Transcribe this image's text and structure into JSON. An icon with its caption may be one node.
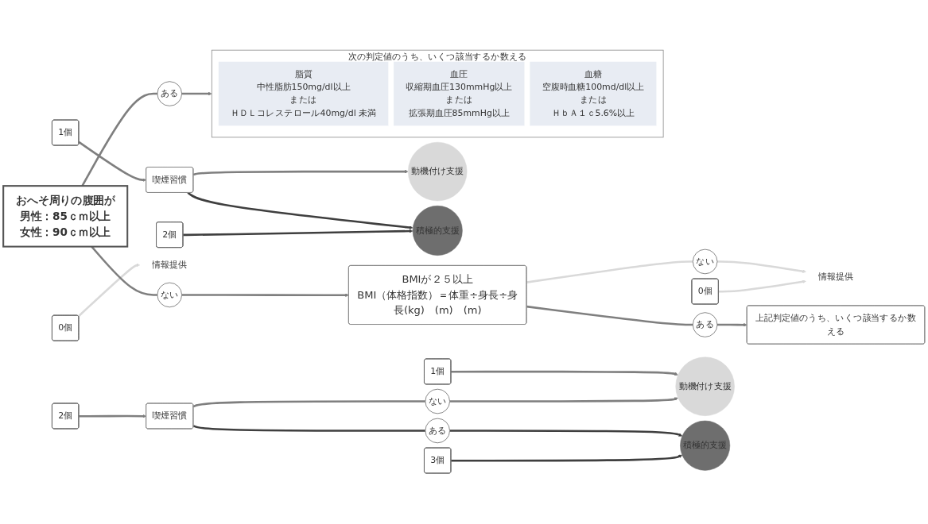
{
  "diagram": {
    "nodes": [
      {
        "text": [
          "おへそ周りの腹囲が",
          "男性：85ｃｍ以上",
          "女性：90ｃｍ以上"
        ]
      },
      {
        "text": [
          "ある"
        ]
      },
      {
        "text": [
          "次の判定値のうち、いくつ該当するか数える"
        ]
      },
      {
        "text": [
          "脂質",
          "中性脂肪150mg/dl以上",
          "または",
          "ＨＤＬコレステロール40mg/dl 未満"
        ],
        "in": 2
      },
      {
        "text": [
          "血圧",
          "収縮期血圧130mmHg以上",
          "または",
          "拡張期血圧85mmHg以上"
        ],
        "in": 2
      },
      {
        "text": [
          "血糖",
          "空腹時血糖100md/dl以上",
          "または",
          "ＨｂＡ１ｃ5.6%以上"
        ],
        "in": 2
      },
      {
        "text": [
          "0個"
        ]
      },
      {
        "text": [
          "1個"
        ]
      },
      {
        "text": [
          "2個"
        ]
      },
      {
        "text": [
          "喫煙習慣"
        ]
      },
      {
        "text": [
          "情報提供"
        ]
      },
      {
        "text": [
          "動機付け支援"
        ]
      },
      {
        "text": [
          "積極的支援"
        ]
      },
      {
        "text": [
          "ない"
        ]
      },
      {
        "text": [
          "BMIが２５以上",
          "BMI（体格指数）＝体重÷身長÷身長(kg)　(m)　(m)"
        ]
      },
      {
        "text": [
          "ない"
        ]
      },
      {
        "text": [
          "情報提供"
        ]
      },
      {
        "text": [
          "ある"
        ]
      },
      {
        "text": [
          "上記判定値のうち、いくつ該当するか数える"
        ]
      },
      {
        "text": [
          "0個"
        ]
      },
      {
        "text": [
          "1個"
        ]
      },
      {
        "text": [
          "2個"
        ]
      },
      {
        "text": [
          "3個"
        ]
      },
      {
        "text": [
          "喫煙習慣"
        ]
      },
      {
        "text": [
          "ない"
        ]
      },
      {
        "text": [
          "ある"
        ]
      },
      {
        "text": [
          "動機付け支援"
        ]
      },
      {
        "text": [
          "積極的支援"
        ]
      }
    ],
    "edges": [
      {
        "from": 0,
        "to": 1,
        "arrow": "none"
      },
      {
        "from": 1,
        "to": 2,
        "arrow": "to"
      },
      {
        "from": 6,
        "to": 10,
        "arrow": "to",
        "color": "#d9d9d9"
      },
      {
        "from": 7,
        "to": 9,
        "arrow": "to"
      },
      {
        "from": 9,
        "to": 11,
        "arrow": "to"
      },
      {
        "from": 9,
        "to": 12,
        "arrow": "to",
        "color": "#3f3f3f"
      },
      {
        "from": 8,
        "to": 12,
        "arrow": "to",
        "color": "#3f3f3f"
      },
      {
        "from": 0,
        "to": 13,
        "arrow": "none"
      },
      {
        "from": 13,
        "to": 14,
        "arrow": "to"
      },
      {
        "from": 14,
        "to": 15,
        "arrow": "none",
        "color": "#d9d9d9"
      },
      {
        "from": 15,
        "to": 16,
        "arrow": "to",
        "color": "#d9d9d9"
      },
      {
        "from": 14,
        "to": 17,
        "arrow": "none"
      },
      {
        "from": 17,
        "to": 18,
        "arrow": "to"
      },
      {
        "from": 19,
        "to": 16,
        "arrow": "to",
        "color": "#d9d9d9"
      },
      {
        "from": 20,
        "to": 26,
        "arrow": "to"
      },
      {
        "from": 21,
        "to": 23,
        "arrow": "to"
      },
      {
        "from": 23,
        "to": 24,
        "arrow": "none"
      },
      {
        "from": 24,
        "to": 26,
        "arrow": "to"
      },
      {
        "from": 23,
        "to": 25,
        "arrow": "none",
        "color": "#3f3f3f"
      },
      {
        "from": 25,
        "to": 27,
        "arrow": "to",
        "color": "#3f3f3f"
      },
      {
        "from": 22,
        "to": 27,
        "arrow": "to",
        "color": "#3f3f3f"
      }
    ]
  }
}
